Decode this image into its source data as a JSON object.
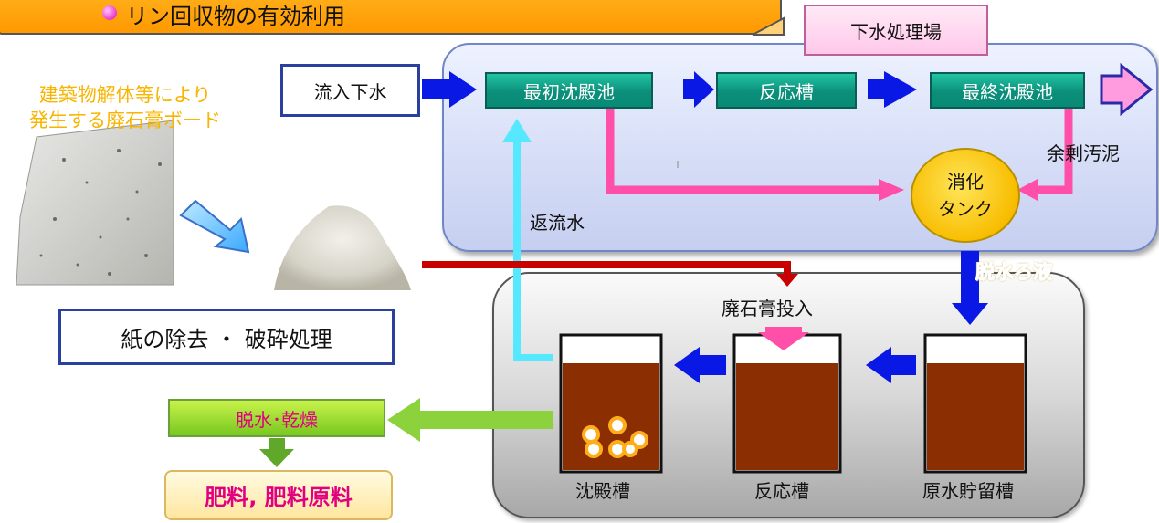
{
  "header": {
    "title": "リン回収物の有効利用"
  },
  "plant": {
    "label": "下水処理場",
    "inflow": "流入下水",
    "primary_tank": "最初沈殿池",
    "reactor": "反応槽",
    "final_tank": "最終沈殿池",
    "excess_sludge": "余剰汚泥",
    "digestion_line1": "消化",
    "digestion_line2": "タンク",
    "return_water": "返流水",
    "dewater_filtrate": "脱水ろ液"
  },
  "gypsum": {
    "board_line1": "建築物解体等により",
    "board_line2": "発生する廃石膏ボード",
    "process": "紙の除去 ・ 破砕処理",
    "input": "廃石膏投入"
  },
  "recovery": {
    "settling": "沈殿槽",
    "reactor": "反応槽",
    "storage": "原水貯留槽",
    "dewater_dry": "脱水･乾燥",
    "fertilizer": "肥料, 肥料原料"
  },
  "colors": {
    "blue_arrow": "#0a18e6",
    "pink_line": "#ff4fa8",
    "red_line": "#c80000",
    "cyan_line": "#55e8ff",
    "green_arrow": "#8cd23c",
    "teal_box": "#0b8f7a",
    "brown_liquid": "#8b2e02",
    "orange_banner": "#ff9900"
  }
}
